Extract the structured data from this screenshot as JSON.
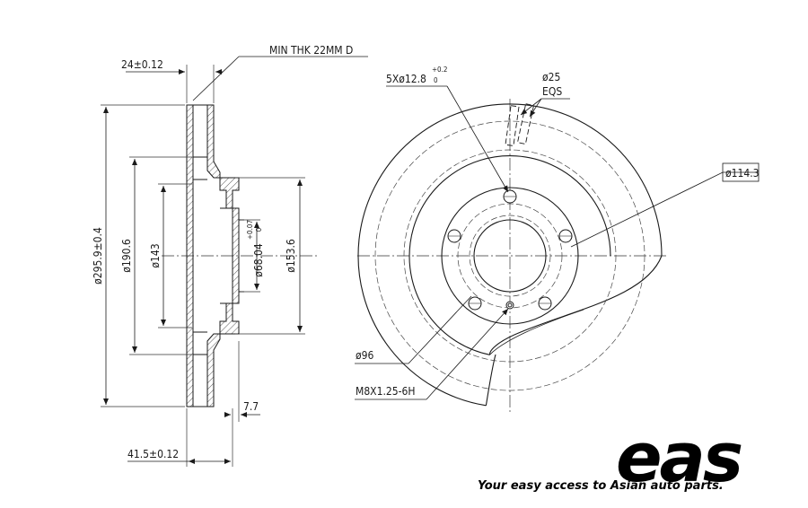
{
  "side_view": {
    "min_thickness": "MIN THK 22MM D",
    "thickness": "24±0.12",
    "outer_diameter": "ø295.9±0.4",
    "diameter_190": "ø190.6",
    "diameter_143": "ø143",
    "center_bore": "ø68.04",
    "center_bore_tol_upper": "+0.07",
    "center_bore_tol_lower": "0",
    "hat_diameter": "ø153.6",
    "hat_thickness": "7.7",
    "total_height": "41.5±0.12"
  },
  "front_view": {
    "bolt_holes": "5Xø12.8",
    "bolt_holes_tol_upper": "+0.2",
    "bolt_holes_tol_lower": "0",
    "vent_diameter": "ø25",
    "vent_eqs": "EQS",
    "pcd": "ø114.3",
    "hub_diameter": "ø96",
    "thread": "M8X1.25-6H"
  },
  "brand": {
    "logo_text": "eas",
    "tagline": "Your easy access to Asian auto parts."
  }
}
